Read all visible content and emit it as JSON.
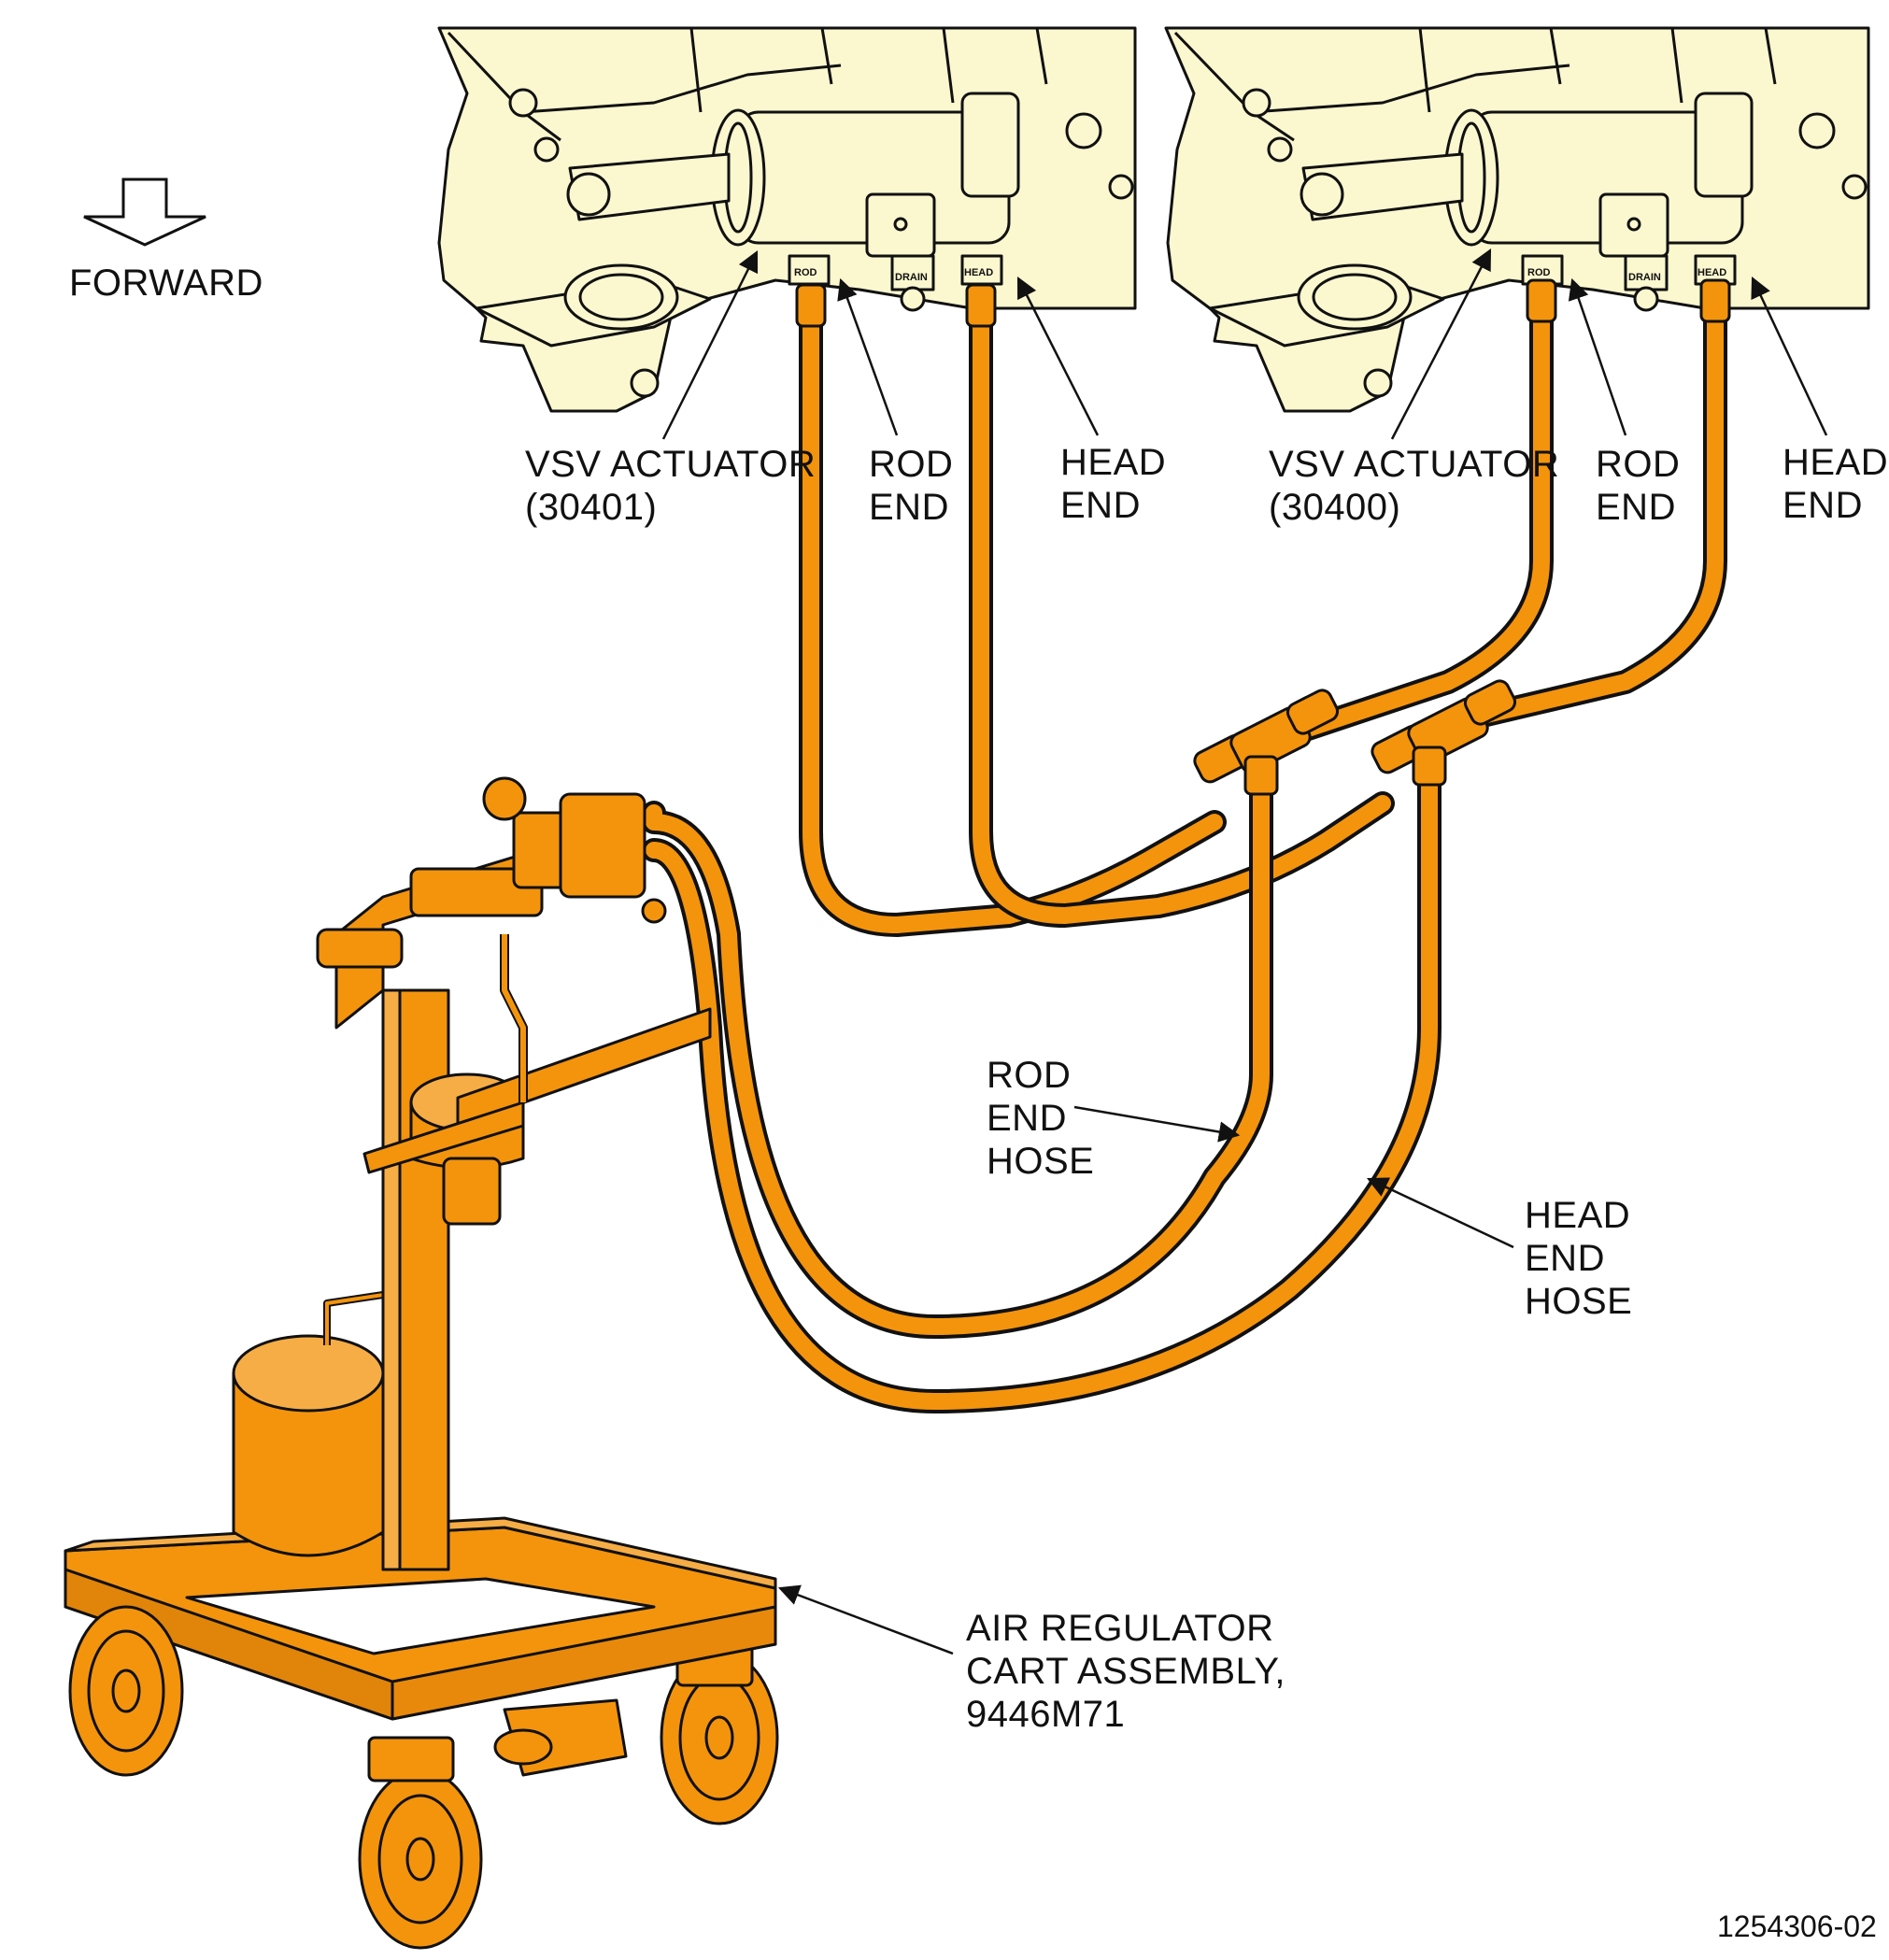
{
  "colors": {
    "engine_fill": "#fbf7cf",
    "highlight_orange": "#f4940c",
    "line": "#111111",
    "background": "#ffffff"
  },
  "orientation": {
    "forward_label": "FORWARD",
    "icon": "down-arrow-icon"
  },
  "callouts": {
    "left_actuator": {
      "line1": "VSV ACTUATOR",
      "line2": "(30401)"
    },
    "left_rod_end": {
      "line1": "ROD",
      "line2": "END"
    },
    "left_head_end": {
      "line1": "HEAD",
      "line2": "END"
    },
    "right_actuator": {
      "line1": "VSV ACTUATOR",
      "line2": "(30400)"
    },
    "right_rod_end": {
      "line1": "ROD",
      "line2": "END"
    },
    "right_head_end": {
      "line1": "HEAD",
      "line2": "END"
    },
    "rod_end_hose": {
      "line1": "ROD",
      "line2": "END",
      "line3": "HOSE"
    },
    "head_end_hose": {
      "line1": "HEAD",
      "line2": "END",
      "line3": "HOSE"
    },
    "cart": {
      "line1": "AIR REGULATOR",
      "line2": "CART ASSEMBLY,",
      "line3": "9446M71"
    }
  },
  "port_tags": {
    "rod": "ROD",
    "head": "HEAD",
    "drain": "DRAIN"
  },
  "figure_number": "1254306-02"
}
